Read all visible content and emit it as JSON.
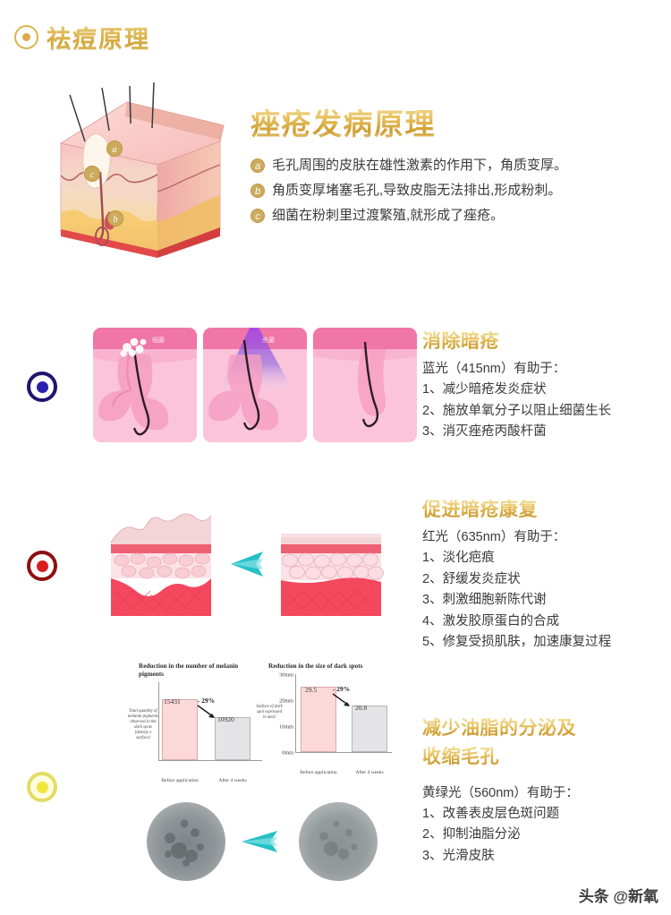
{
  "header": {
    "badge_label": "祛痘原理"
  },
  "acne_principle": {
    "title": "痤疮发病原理",
    "points": [
      {
        "key": "a",
        "text": "毛孔周围的皮肤在雄性激素的作用下，角质变厚。"
      },
      {
        "key": "b",
        "text": "角质变厚堵塞毛孔,导致皮脂无法排出,形成粉刺。"
      },
      {
        "key": "c",
        "text": "细菌在粉刺里过渡繁殖,就形成了痤疮。"
      }
    ],
    "diagram_labels": [
      "a",
      "b",
      "c"
    ]
  },
  "sections": [
    {
      "marker_color": "#2b1fb0",
      "heading": "消除暗疮",
      "subtitle": "蓝光（415nm）有助于：",
      "items": [
        "1、减少暗疮发炎症状",
        "2、施放单氧分子以阻止细菌生长",
        "3、消灭痤疮丙酸杆菌"
      ],
      "panel_labels": [
        "细菌",
        "杀菌",
        ""
      ]
    },
    {
      "marker_color": "#d81f1f",
      "heading": "促进暗疮康复",
      "subtitle": "红光（635nm）有助于：",
      "items": [
        "1、淡化疤痕",
        "2、舒缓发炎症状",
        "3、刺激细胞新陈代谢",
        "4、激发胶原蛋白的合成",
        "5、修复受损肌肤，加速康复过程"
      ]
    },
    {
      "marker_color": "#f2e63c",
      "heading": "减少油脂的分泌及",
      "heading2": "收缩毛孔",
      "subtitle": "黄绿光（560nm）有助于：",
      "items": [
        "1、改善表皮层色斑问题",
        "2、抑制油脂分泌",
        "3、光滑皮肤"
      ]
    }
  ],
  "chart_data": [
    {
      "type": "bar",
      "title": "Reduction in the number of melanin pigments",
      "categories": [
        "Before application",
        "After 4 weeks"
      ],
      "values": [
        15431,
        10920
      ],
      "value_labels": [
        "15431",
        "10920"
      ],
      "annotation": "- 29%",
      "ylabel": "Total quantity of melanin pigments observed in the dark spots (density x surface)",
      "xlabel": "",
      "ylim": [
        0,
        17000
      ],
      "grid": false,
      "legend": "none"
    },
    {
      "type": "bar",
      "title": "Reduction in the size of dark spots",
      "categories": [
        "Before application",
        "After 4 weeks"
      ],
      "values": [
        29.5,
        20.8
      ],
      "value_labels": [
        "29.5",
        "20.8"
      ],
      "annotation": "- 29%",
      "ylabel": "Surface of dark spot expressed in mm2",
      "xlabel": "",
      "yticks": [
        "0mm",
        "10mm",
        "20mm",
        "30mm"
      ],
      "ylim": [
        0,
        32
      ],
      "grid": false,
      "legend": "none"
    }
  ],
  "watermark": {
    "text": "头条 @新氧",
    "at": "@"
  },
  "colors": {
    "gold": "#d9a83b",
    "blue_marker": "#2b1fb0",
    "red_marker": "#d81f1f",
    "yellow_marker": "#f2e63c",
    "teal_arrow": "#2bbfc4",
    "bar_before": "#fbd9d9",
    "bar_after": "#e4e4e6"
  }
}
